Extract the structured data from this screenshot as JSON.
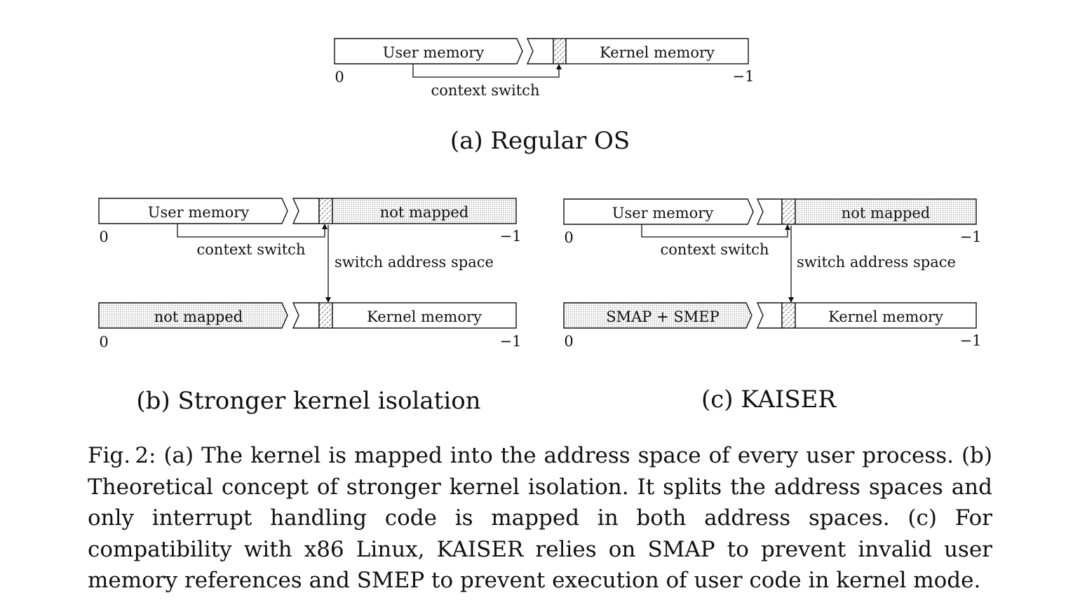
{
  "panel_a": {
    "user_label": "User memory",
    "kernel_label": "Kernel memory",
    "addr_start": "0",
    "addr_end": "−1",
    "context_switch": "context switch",
    "caption": "(a) Regular OS"
  },
  "panel_b": {
    "top": {
      "left_label": "User memory",
      "right_label": "not mapped",
      "addr_start": "0",
      "addr_end": "−1"
    },
    "bottom": {
      "left_label": "not mapped",
      "right_label": "Kernel memory",
      "addr_start": "0",
      "addr_end": "−1"
    },
    "context_switch": "context switch",
    "switch_space": "switch address space",
    "caption": "(b) Stronger kernel isolation"
  },
  "panel_c": {
    "top": {
      "left_label": "User memory",
      "right_label": "not mapped",
      "addr_start": "0",
      "addr_end": "−1"
    },
    "bottom": {
      "left_label": "SMAP + SMEP",
      "right_label": "Kernel memory",
      "addr_start": "0",
      "addr_end": "−1"
    },
    "context_switch": "context switch",
    "switch_space": "switch address space",
    "caption": "(c) KAISER"
  },
  "figure_caption": "Fig. 2: (a) The kernel is mapped into the address space of every user process. (b) Theoretical concept of stronger kernel isolation. It splits the address spaces and only interrupt handling code is mapped in both address spaces. (c) For compatibility with x86 Linux, KAISER relies on SMAP to prevent invalid user memory references and SMEP to prevent execution of user code in kernel mode."
}
